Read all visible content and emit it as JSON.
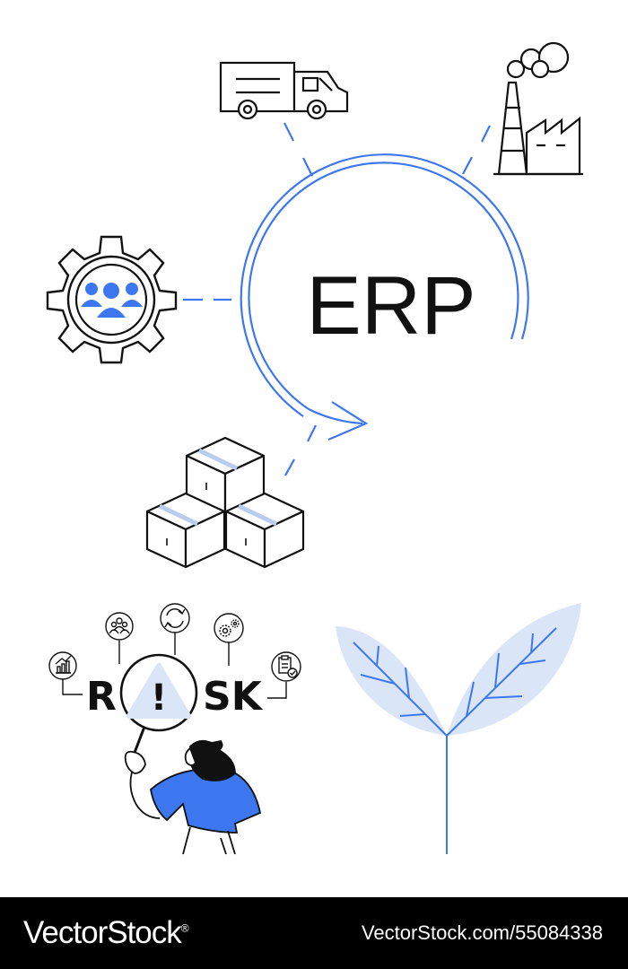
{
  "illustration": {
    "erp_label": "ERP",
    "risk_left": "R",
    "risk_right": "SK",
    "risk_mark": "!",
    "accent_color": "#3d77f0",
    "light_accent_color": "#dbe5f8",
    "line_color": "#111111",
    "icons": [
      "delivery-truck-icon",
      "factory-icon",
      "gear-team-icon",
      "stacked-boxes-icon",
      "chart-icon",
      "team-icon",
      "refresh-icon",
      "gears-icon",
      "checklist-icon",
      "warning-icon",
      "magnifier-icon",
      "leaf-sprout-icon"
    ]
  },
  "footer": {
    "brand": "VectorStock",
    "registered_mark": "®",
    "image_id": "VectorStock.com/55084338"
  }
}
